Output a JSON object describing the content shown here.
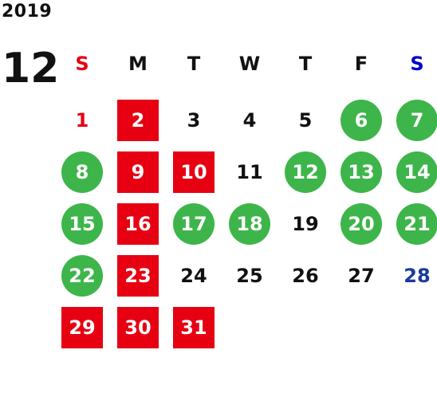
{
  "year": "2019",
  "month": "12",
  "weekdays": [
    {
      "label": "S",
      "color": "#e60012"
    },
    {
      "label": "M",
      "color": "#111111"
    },
    {
      "label": "T",
      "color": "#111111"
    },
    {
      "label": "W",
      "color": "#111111"
    },
    {
      "label": "T",
      "color": "#111111"
    },
    {
      "label": "F",
      "color": "#111111"
    },
    {
      "label": "S",
      "color": "#0000cc"
    }
  ],
  "days": [
    {
      "label": "1",
      "style": "red-text"
    },
    {
      "label": "2",
      "style": "box"
    },
    {
      "label": "3",
      "style": "plain"
    },
    {
      "label": "4",
      "style": "plain"
    },
    {
      "label": "5",
      "style": "plain"
    },
    {
      "label": "6",
      "style": "circle"
    },
    {
      "label": "7",
      "style": "circle"
    },
    {
      "label": "8",
      "style": "circle"
    },
    {
      "label": "9",
      "style": "box"
    },
    {
      "label": "10",
      "style": "box"
    },
    {
      "label": "11",
      "style": "plain"
    },
    {
      "label": "12",
      "style": "circle"
    },
    {
      "label": "13",
      "style": "circle"
    },
    {
      "label": "14",
      "style": "circle"
    },
    {
      "label": "15",
      "style": "circle"
    },
    {
      "label": "16",
      "style": "box"
    },
    {
      "label": "17",
      "style": "circle"
    },
    {
      "label": "18",
      "style": "circle"
    },
    {
      "label": "19",
      "style": "plain"
    },
    {
      "label": "20",
      "style": "circle"
    },
    {
      "label": "21",
      "style": "circle"
    },
    {
      "label": "22",
      "style": "circle"
    },
    {
      "label": "23",
      "style": "box"
    },
    {
      "label": "24",
      "style": "plain"
    },
    {
      "label": "25",
      "style": "plain"
    },
    {
      "label": "26",
      "style": "plain"
    },
    {
      "label": "27",
      "style": "plain"
    },
    {
      "label": "28",
      "style": "blue-text"
    },
    {
      "label": "29",
      "style": "box"
    },
    {
      "label": "30",
      "style": "box"
    },
    {
      "label": "31",
      "style": "box"
    }
  ],
  "colors": {
    "closed_red": "#e60012",
    "open_green": "#3db54a",
    "saturday_blue": "#1a3b9a"
  }
}
